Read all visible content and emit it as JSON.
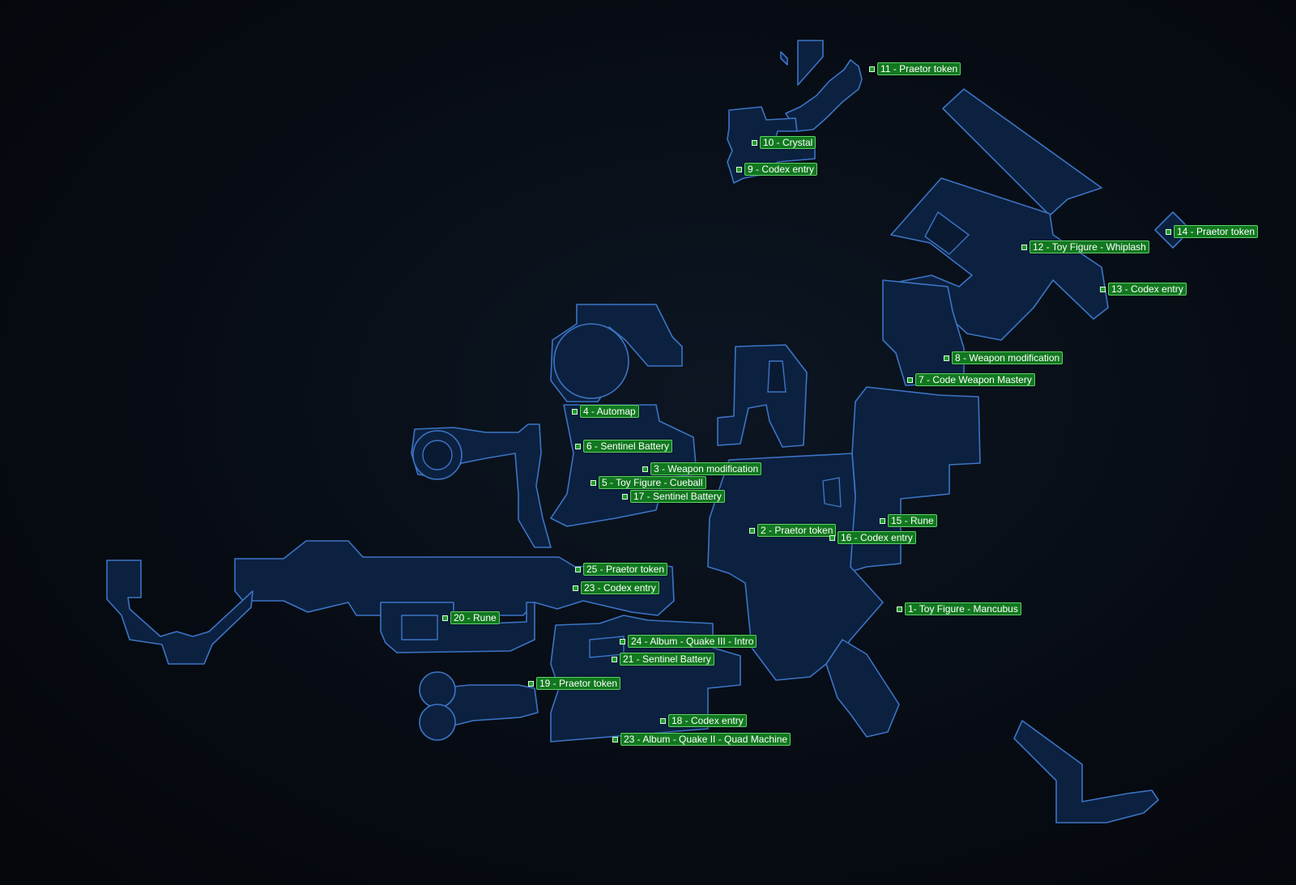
{
  "markers": [
    {
      "id": "m1",
      "label": "1- Toy Figure - Mancubus"
    },
    {
      "id": "m2",
      "label": "2 - Praetor token"
    },
    {
      "id": "m3",
      "label": "3 - Weapon modification"
    },
    {
      "id": "m4",
      "label": "4 - Automap"
    },
    {
      "id": "m5",
      "label": "5 - Toy Figure - Cueball"
    },
    {
      "id": "m6",
      "label": "6 - Sentinel Battery"
    },
    {
      "id": "m7",
      "label": "7 - Code Weapon Mastery"
    },
    {
      "id": "m8",
      "label": "8 - Weapon modification"
    },
    {
      "id": "m9",
      "label": "9 - Codex entry"
    },
    {
      "id": "m10",
      "label": "10 - Crystal"
    },
    {
      "id": "m11",
      "label": "11 - Praetor token"
    },
    {
      "id": "m12",
      "label": "12 - Toy Figure - Whiplash"
    },
    {
      "id": "m13",
      "label": "13 - Codex entry"
    },
    {
      "id": "m14",
      "label": "14 - Praetor token"
    },
    {
      "id": "m15",
      "label": "15 - Rune"
    },
    {
      "id": "m16",
      "label": "16 - Codex entry"
    },
    {
      "id": "m17",
      "label": "17 - Sentinel Battery"
    },
    {
      "id": "m18",
      "label": "18 - Codex entry"
    },
    {
      "id": "m19",
      "label": "19 - Praetor token"
    },
    {
      "id": "m20",
      "label": "20 - Rune"
    },
    {
      "id": "m21",
      "label": "21 - Sentinel Battery"
    },
    {
      "id": "m23a",
      "label": "23 - Codex entry"
    },
    {
      "id": "m23b",
      "label": "23 - Album - Quake II - Quad Machine"
    },
    {
      "id": "m24",
      "label": "24 - Album - Quake III - Intro"
    },
    {
      "id": "m25",
      "label": "25 - Praetor token"
    }
  ],
  "colors": {
    "background": "#05080e",
    "room_fill": "#0c2140",
    "room_outline": "#3c74c4",
    "marker_fill": "#11781f",
    "marker_border": "#5fd06a",
    "marker_text": "#ffffff"
  }
}
